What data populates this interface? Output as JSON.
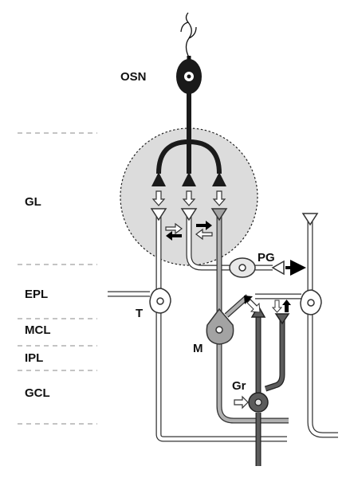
{
  "layers": [
    {
      "key": "gl",
      "label": "GL"
    },
    {
      "key": "epl",
      "label": "EPL"
    },
    {
      "key": "mcl",
      "label": "MCL"
    },
    {
      "key": "ipl",
      "label": "IPL"
    },
    {
      "key": "gcl",
      "label": "GCL"
    }
  ],
  "cells": {
    "osn": "OSN",
    "pg": "PG",
    "t": "T",
    "m": "M",
    "gr": "Gr"
  },
  "colors": {
    "glomerulus_fill": "#dcdcdc",
    "osn": "#1a1a1a",
    "mitral": "#a3a3a3",
    "granule": "#5c5c5c",
    "outline": "#333333",
    "dashed": "#888888"
  },
  "icons": [
    "axon-tuft-icon",
    "excitatory-arrow-icon",
    "inhibitory-arrow-icon"
  ]
}
